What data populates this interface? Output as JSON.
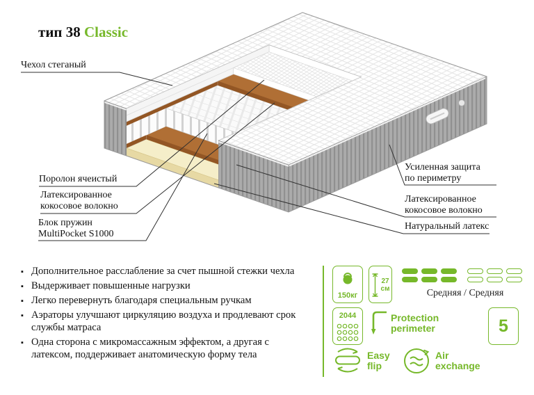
{
  "title": {
    "prefix": "тип 38 ",
    "name": "Classic"
  },
  "labels": {
    "cover": "Чехол стеганый",
    "foam": "Поролон ячеистый",
    "coco_left1": "Латексированное",
    "coco_left2": "кокосовое волокно",
    "springs1": "Блок пружин",
    "springs2": "MultiPocket S1000",
    "perimeter1": "Усиленная защита",
    "perimeter2": "по периметру",
    "coco_right1": "Латексированное",
    "coco_right2": "кокосовое волокно",
    "latex": "Натуральный латекс"
  },
  "features": [
    "Дополнительное расслабление за счет пышной стежки чехла",
    "Выдерживает повышенные нагрузки",
    "Легко перевернуть благодаря специальным ручкам",
    "Аэраторы улучшают циркуляцию воздуха и продлевают срок службы матраса",
    "Одна сторона с микромассажным эффектом, а другая с латексом, поддерживает анатомическую форму тела"
  ],
  "specs": {
    "max_load": "150кг",
    "height": "27",
    "height_unit": "см",
    "firmness": "Средняя / Средняя",
    "springs_count": "2044",
    "protection1": "Protection",
    "protection2": "perimeter",
    "zones": "5",
    "flip1": "Easy",
    "flip2": "flip",
    "air1": "Air",
    "air2": "exchange"
  },
  "icons": {
    "kettlebell-icon": "maximum load",
    "ruler-icon": "mattress height",
    "firmness-bars": "firmness both sides",
    "spring-coils-icon": "spring count",
    "perimeter-corner-icon": "protection perimeter",
    "five-badge": "5",
    "flip-mattress-icon": "easy flip",
    "air-circulation-icon": "air exchange"
  },
  "colors": {
    "accent": "#76b82a",
    "coco": "#b06f35",
    "latex": "#f5eec9",
    "band": "#ababab"
  }
}
